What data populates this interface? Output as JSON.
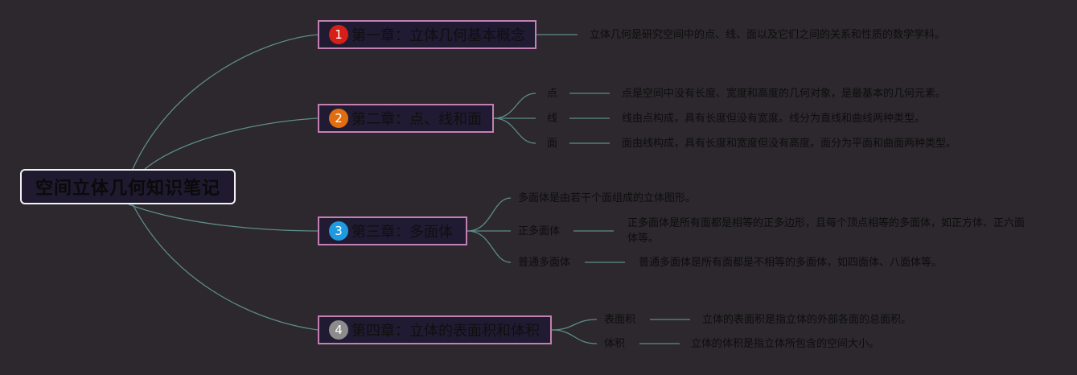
{
  "root": {
    "title": "空间立体几何知识笔记"
  },
  "colors": {
    "line": "#5d8c8a",
    "chapter_border": "#c47fb3",
    "background": "#2c282d"
  },
  "chapters": [
    {
      "number": "1",
      "color": "#d61f16",
      "title": "第一章：立体几何基本概念",
      "description": "立体几何是研究空间中的点、线、面以及它们之间的关系和性质的数学学科。"
    },
    {
      "number": "2",
      "color": "#e06d10",
      "title": "第二章：点、线和面",
      "topics": [
        {
          "label": "点",
          "text": "点是空间中没有长度、宽度和高度的几何对象，是最基本的几何元素。"
        },
        {
          "label": "线",
          "text": "线由点构成，具有长度但没有宽度。线分为直线和曲线两种类型。"
        },
        {
          "label": "面",
          "text": "面由线构成，具有长度和宽度但没有高度。面分为平面和曲面两种类型。"
        }
      ]
    },
    {
      "number": "3",
      "color": "#1e9be0",
      "title": "第三章：多面体",
      "intro": "多面体是由若干个面组成的立体图形。",
      "topics": [
        {
          "label": "正多面体",
          "text": "正多面体是所有面都是相等的正多边形，且每个顶点相等的多面体，如正方体、正六面体等。"
        },
        {
          "label": "普通多面体",
          "text": "普通多面体是所有面都是不相等的多面体，如四面体、八面体等。"
        }
      ]
    },
    {
      "number": "4",
      "color": "#8c8c8c",
      "title": "第四章：立体的表面积和体积",
      "topics": [
        {
          "label": "表面积",
          "text": "立体的表面积是指立体的外部各面的总面积。"
        },
        {
          "label": "体积",
          "text": "立体的体积是指立体所包含的空间大小。"
        }
      ]
    }
  ]
}
